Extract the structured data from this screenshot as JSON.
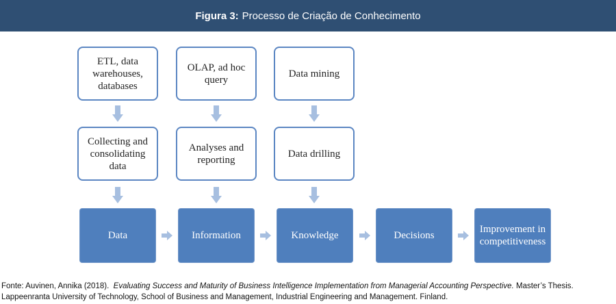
{
  "header": {
    "figure_label": "Figura 3:",
    "title": "Processo de Criação de Conhecimento"
  },
  "diagram": {
    "top_boxes": [
      "ETL, data warehouses, databases",
      "OLAP, ad hoc query",
      "Data mining"
    ],
    "middle_boxes": [
      "Collecting and consolidating data",
      "Analyses and reporting",
      "Data drilling"
    ],
    "bottom_boxes": [
      "Data",
      "Information",
      "Knowledge",
      "Decisions",
      "Improvement in competitiveness"
    ],
    "colors": {
      "box_fill": "#4f7fbd",
      "box_border": "#5b86c2",
      "arrow": "#a7bfe0",
      "header": "#2f4f73"
    }
  },
  "footer": {
    "prefix": "Fonte: Auvinen, Annika (2018).",
    "work_title": "Evaluating Success and Maturity of Business Intelligence Implementation from Managerial Accounting Perspective.",
    "suffix": "Master’s Thesis. Lappeenranta University of Technology, School of Business and Management, Industrial Engineering and Management. Finland."
  }
}
